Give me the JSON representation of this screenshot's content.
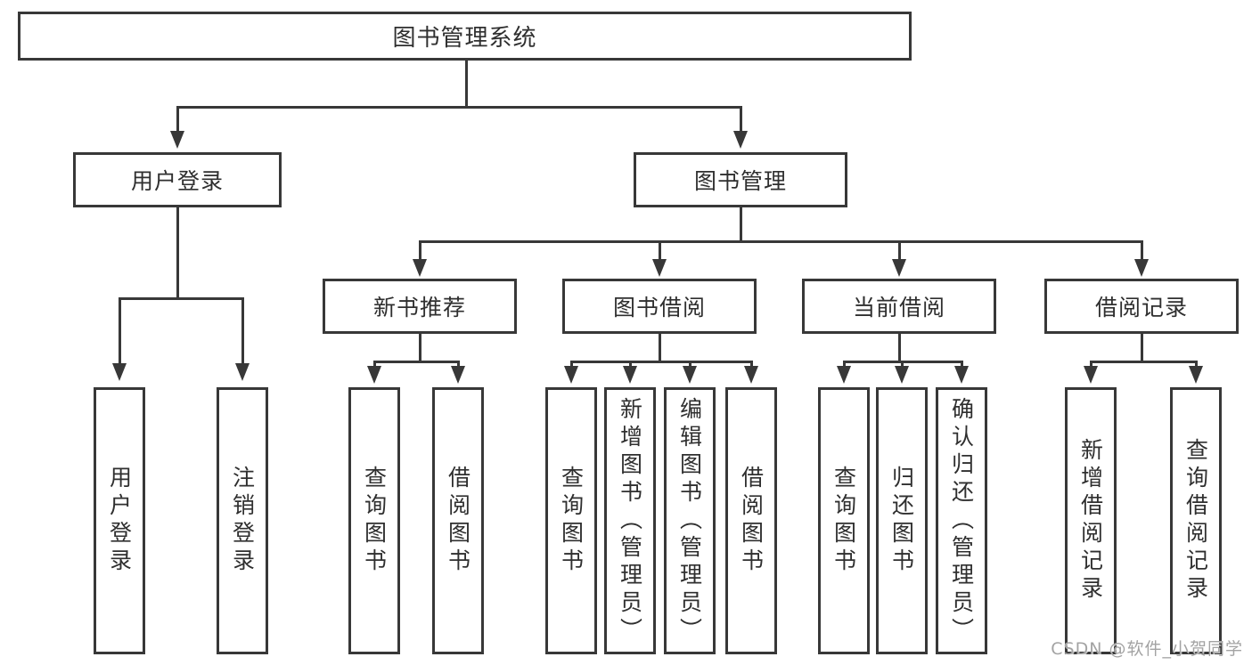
{
  "diagram": {
    "root": "图书管理系统",
    "user_login_branch": "用户登录",
    "book_mgmt_branch": "图书管理",
    "level3": [
      "新书推荐",
      "图书借阅",
      "当前借阅",
      "借阅记录"
    ],
    "user_login_leaves": [
      "用户登录",
      "注销登录"
    ],
    "new_book_leaves": [
      "查询图书",
      "借阅图书"
    ],
    "borrow_leaves": [
      "查询图书",
      "新增图书（管理员）",
      "编辑图书（管理员）",
      "借阅图书"
    ],
    "current_leaves": [
      "查询图书",
      "归还图书",
      "确认归还（管理员）"
    ],
    "record_leaves": [
      "新增借阅记录",
      "查询借阅记录"
    ]
  },
  "watermark": "CSDN @软件_小贺同学",
  "colors": {
    "line": "#383838",
    "text": "#2f2f2f",
    "watermark": "#a3a3a3",
    "background": "#ffffff"
  }
}
